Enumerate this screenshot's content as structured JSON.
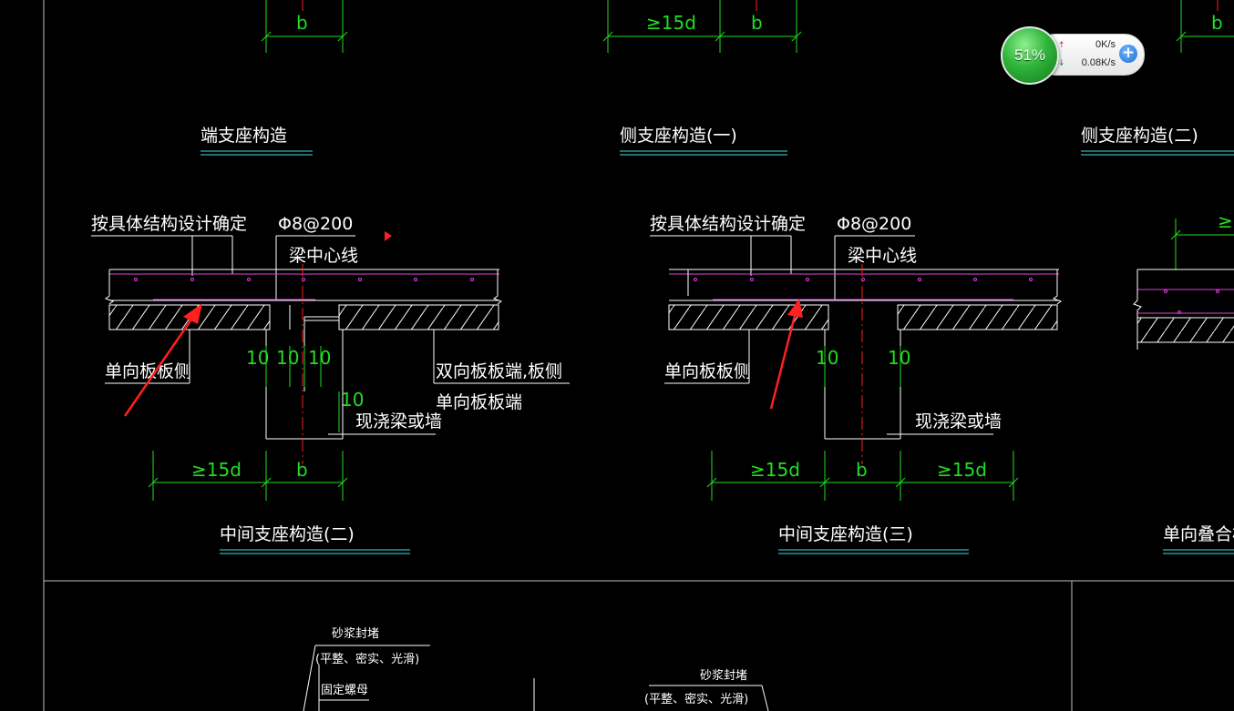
{
  "drawing": {
    "top_row_dims": {
      "b_left": "b",
      "d15_mid": "≥15d",
      "b_mid": "b",
      "b_right": "b"
    },
    "section_titles": {
      "end_support": "端支座构造",
      "side_support_1": "侧支座构造(一)",
      "side_support_2": "侧支座构造(二)",
      "middle_support_2": "中间支座构造(二)",
      "middle_support_3": "中间支座构造(三)",
      "one_way_composite": "单向叠合板连"
    },
    "detail_left": {
      "note_design": "按具体结构设计确定",
      "rebar": "Φ8@200",
      "beam_center": "梁中心线",
      "one_way_side": "单向板板侧",
      "two_way_end": "双向板板端,板侧",
      "one_way_end": "单向板板端",
      "cast_beam_wall": "现浇梁或墙",
      "dim_10a": "10",
      "dim_10b": "10",
      "dim_10c": "10",
      "dim_10d": "10",
      "dim_15d": "≥15d",
      "dim_b": "b"
    },
    "detail_right": {
      "note_design": "按具体结构设计确定",
      "rebar": "Φ8@200",
      "beam_center": "梁中心线",
      "one_way_side": "单向板板侧",
      "cast_beam_wall": "现浇梁或墙",
      "dim_10a": "10",
      "dim_10b": "10",
      "dim_15d_left": "≥15d",
      "dim_b": "b",
      "dim_15d_right": "≥15d"
    },
    "bottom_notes": {
      "mortar_seal_1": "砂浆封堵",
      "mortar_detail_1": "(平整、密实、光滑)",
      "fixed_nut": "固定螺母",
      "mortar_seal_2": "砂浆封堵",
      "mortar_detail_2": "(平整、密实、光滑)"
    },
    "colors": {
      "background": "#000000",
      "line_white": "#ffffff",
      "dimension_green": "#22dd22",
      "rebar_magenta": "#e040e0",
      "center_red": "#ff2020",
      "title_underline": "#40e0e0",
      "arrow_red": "#ff2020"
    }
  },
  "net_widget": {
    "percent": "51%",
    "upload": "0K/s",
    "download": "0.08K/s",
    "upload_icon": "arrow-up-icon",
    "download_icon": "arrow-down-icon",
    "add_icon": "plus-icon"
  }
}
